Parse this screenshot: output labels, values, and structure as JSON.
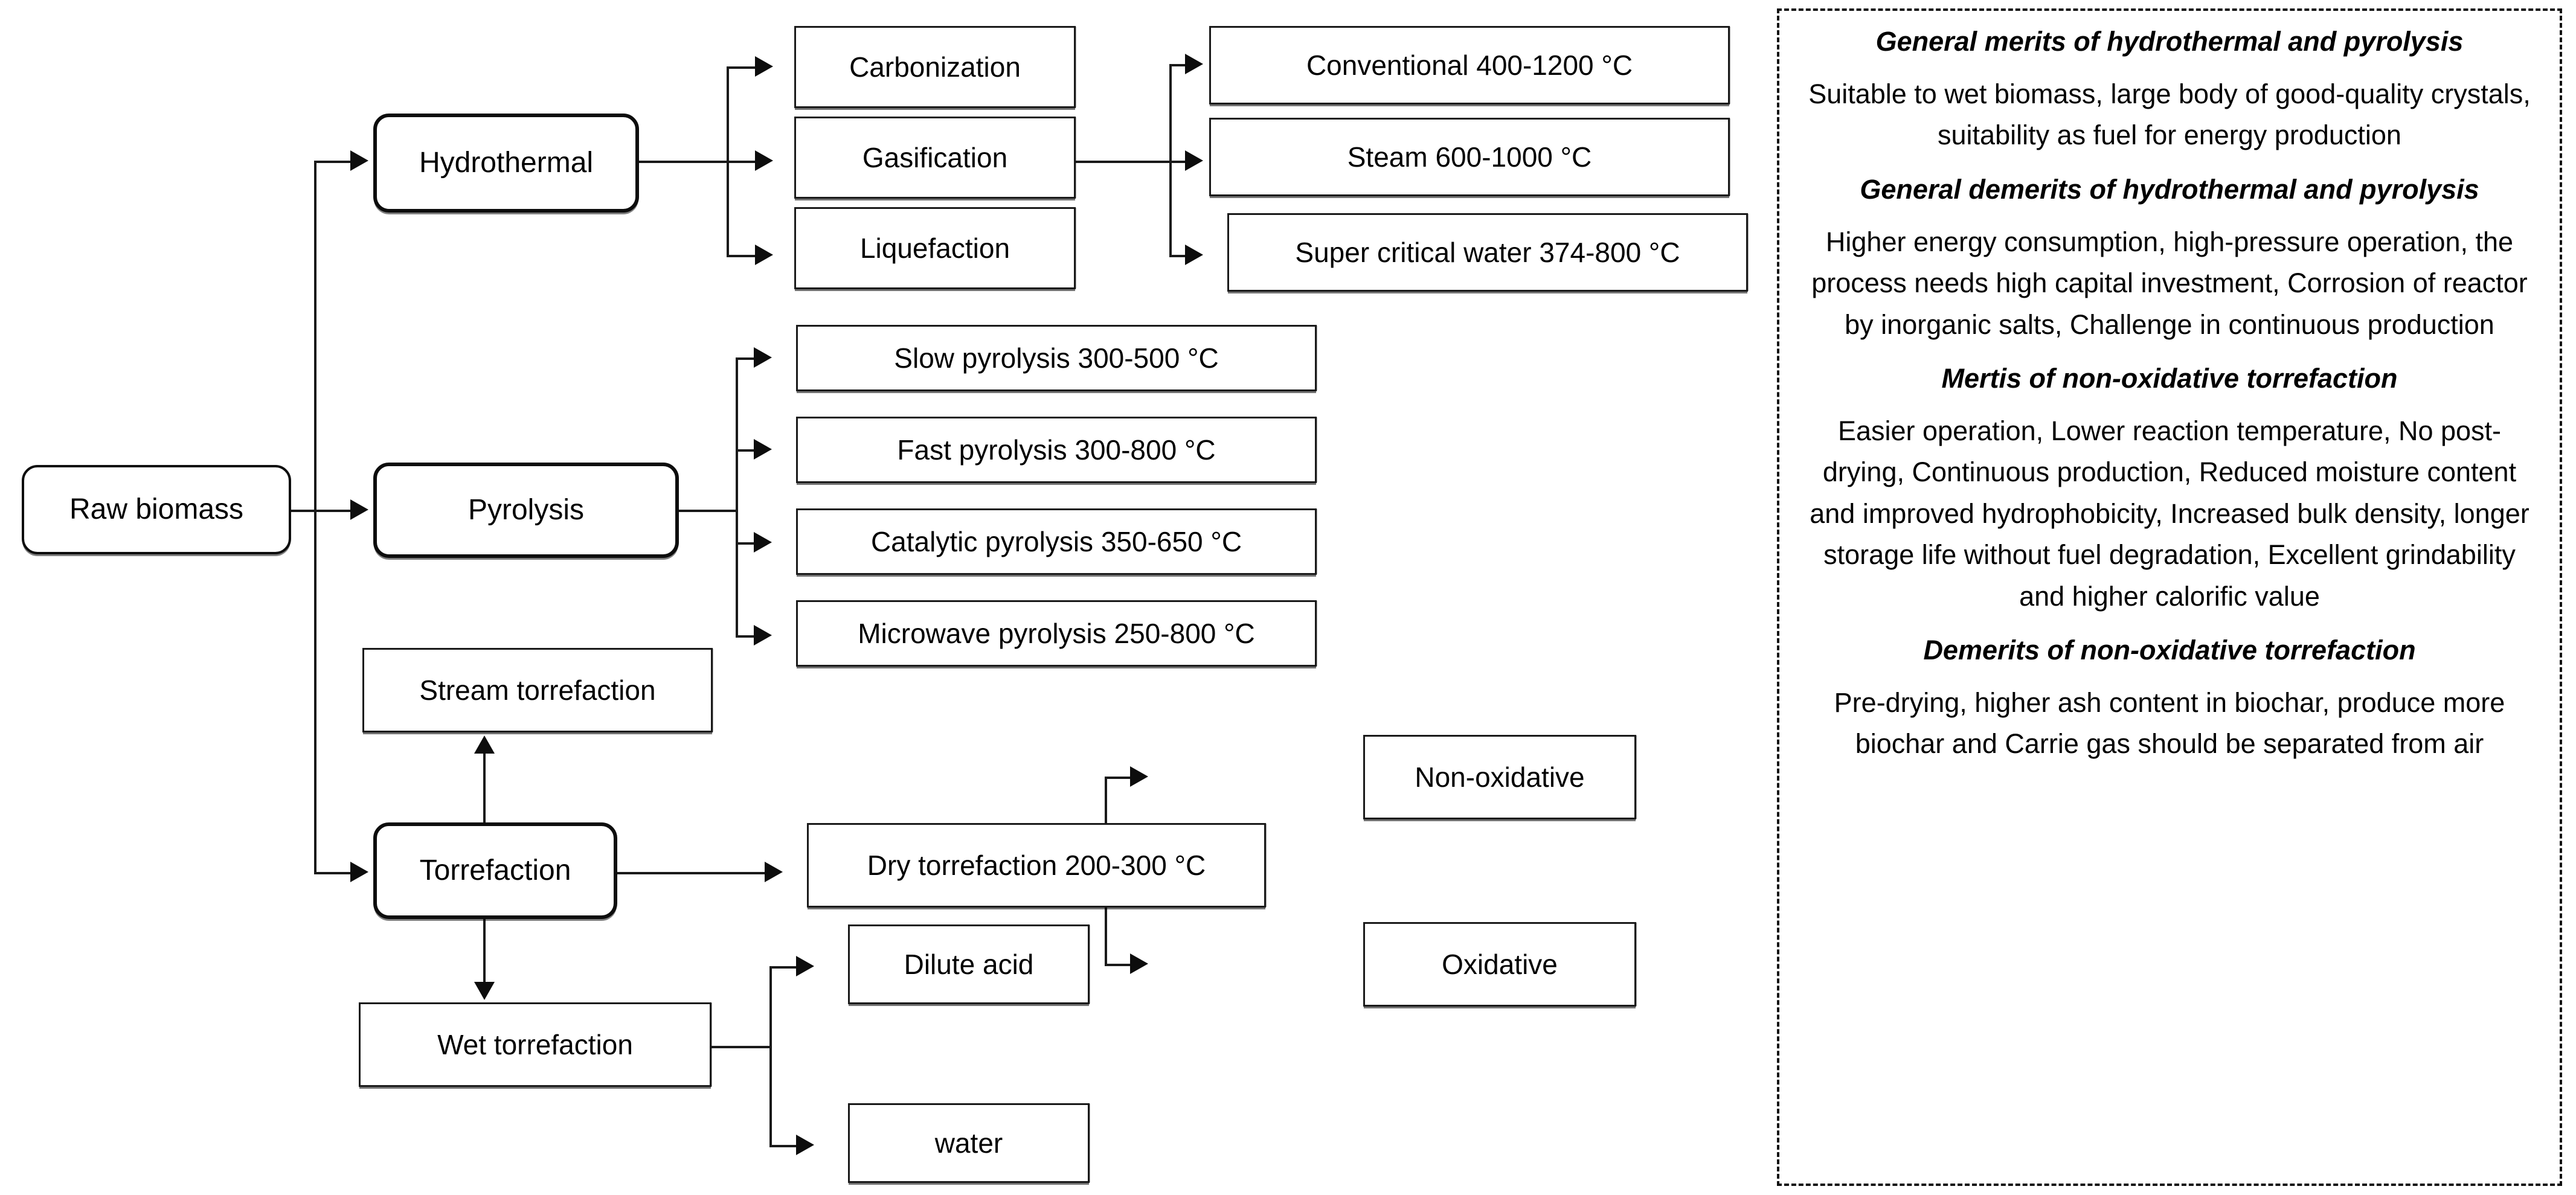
{
  "diagram": {
    "title_hidden": "",
    "nodes": {
      "raw_biomass": "Raw biomass",
      "hydrothermal": "Hydrothermal",
      "pyrolysis": "Pyrolysis",
      "torrefaction": "Torrefaction",
      "carbonization": "Carbonization",
      "gasification": "Gasification",
      "liquefaction": "Liquefaction",
      "conventional": "Conventional 400-1200 °C",
      "steam": "Steam 600-1000 °C",
      "supercritical": "Super critical water 374-800 °C",
      "slow_pyrolysis": "Slow pyrolysis 300-500 °C",
      "fast_pyrolysis": "Fast pyrolysis 300-800 °C",
      "catalytic_pyrolysis": "Catalytic pyrolysis 350-650 °C",
      "microwave_pyrolysis": "Microwave pyrolysis 250-800 °C",
      "stream_torrefaction": "Stream torrefaction",
      "wet_torrefaction": "Wet torrefaction",
      "dry_torrefaction": "Dry torrefaction  200-300 °C",
      "non_oxidative": "Non-oxidative",
      "oxidative": "Oxidative",
      "dilute_acid": "Dilute acid",
      "water": "water"
    }
  },
  "panel": {
    "merits_heading": "General merits of hydrothermal and pyrolysis",
    "merits_body": "Suitable to wet biomass, large body of good-quality crystals, suitability as fuel for energy production",
    "demerits_heading": "General demerits of hydrothermal and pyrolysis",
    "demerits_body": "Higher energy consumption, high-pressure operation, the process needs high capital investment, Corrosion of reactor by inorganic salts, Challenge in continuous production",
    "tor_merits_heading": "Mertis of non-oxidative torrefaction",
    "tor_merits_body": "Easier operation, Lower reaction temperature, No post-drying, Continuous production, Reduced moisture content and improved hydrophobicity, Increased bulk density, longer storage life without fuel degradation, Excellent grindability and higher calorific value",
    "tor_demerits_heading": "Demerits of non-oxidative torrefaction",
    "tor_demerits_body": "Pre-drying, higher ash content in biochar, produce more biochar and Carrie gas should be separated from air"
  },
  "colors": {
    "line": "#1a1a1a",
    "box_border": "#1a1a1a",
    "background": "#ffffff"
  }
}
